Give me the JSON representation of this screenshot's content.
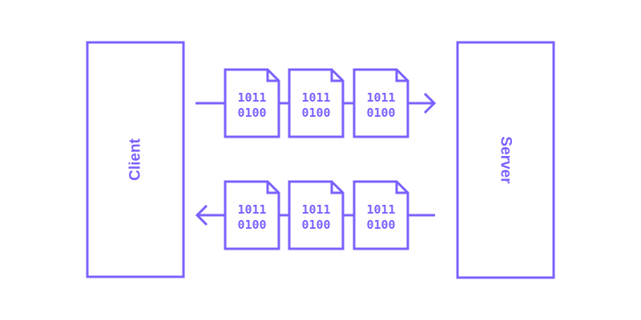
{
  "colors": {
    "stroke": "#7b61ff",
    "background": "#ffffff"
  },
  "nodes": {
    "client": {
      "label": "Client"
    },
    "server": {
      "label": "Server"
    }
  },
  "flows": [
    {
      "direction": "client-to-server",
      "packets": [
        {
          "line1": "1011",
          "line2": "0100"
        },
        {
          "line1": "1011",
          "line2": "0100"
        },
        {
          "line1": "1011",
          "line2": "0100"
        }
      ]
    },
    {
      "direction": "server-to-client",
      "packets": [
        {
          "line1": "1011",
          "line2": "0100"
        },
        {
          "line1": "1011",
          "line2": "0100"
        },
        {
          "line1": "1011",
          "line2": "0100"
        }
      ]
    }
  ]
}
